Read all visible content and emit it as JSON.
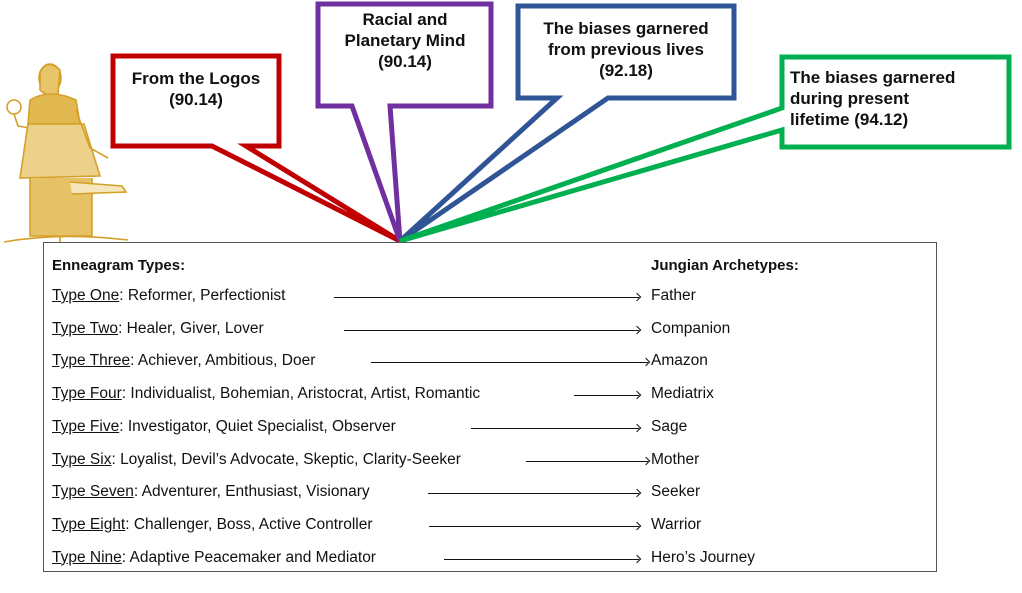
{
  "callouts": [
    {
      "id": "logos",
      "lines": [
        "From the Logos",
        "(90.14)"
      ],
      "color": "#c00000"
    },
    {
      "id": "racial",
      "lines": [
        "Racial and",
        "Planetary Mind",
        "(90.14)"
      ],
      "color": "#7030a0"
    },
    {
      "id": "previous",
      "lines": [
        "The biases garnered",
        "from previous lives",
        "(92.18)"
      ],
      "color": "#2f5597"
    },
    {
      "id": "present",
      "lines": [
        "The biases garnered",
        "during present",
        "lifetime (94.12)"
      ],
      "color": "#00b050"
    }
  ],
  "illustration": {
    "name": "egyptian-seated-figure",
    "color": "#d4a02a"
  },
  "table": {
    "left_header": "Enneagram Types:",
    "right_header": "Jungian Archetypes:",
    "rows": [
      {
        "type": "Type One",
        "traits": ": Reformer, Perfectionist",
        "archetype": "Father"
      },
      {
        "type": "Type Two",
        "traits": ": Healer, Giver, Lover",
        "archetype": "Companion"
      },
      {
        "type": "Type Three",
        "traits": ": Achiever, Ambitious, Doer",
        "archetype": "Amazon"
      },
      {
        "type": "Type Four",
        "traits": ": Individualist, Bohemian, Aristocrat, Artist, Romantic",
        "archetype": "Mediatrix"
      },
      {
        "type": "Type Five",
        "traits": ": Investigator, Quiet Specialist, Observer",
        "archetype": "Sage"
      },
      {
        "type": "Type Six",
        "traits": ": Loyalist, Devil’s Advocate, Skeptic, Clarity-Seeker",
        "archetype": "Mother"
      },
      {
        "type": "Type Seven",
        "traits": ": Adventurer, Enthusiast, Visionary",
        "archetype": "Seeker"
      },
      {
        "type": "Type Eight",
        "traits": ": Challenger, Boss, Active Controller",
        "archetype": "Warrior"
      },
      {
        "type": "Type Nine",
        "traits": ": Adaptive Peacemaker and Mediator",
        "archetype": "Hero’s Journey"
      }
    ]
  }
}
